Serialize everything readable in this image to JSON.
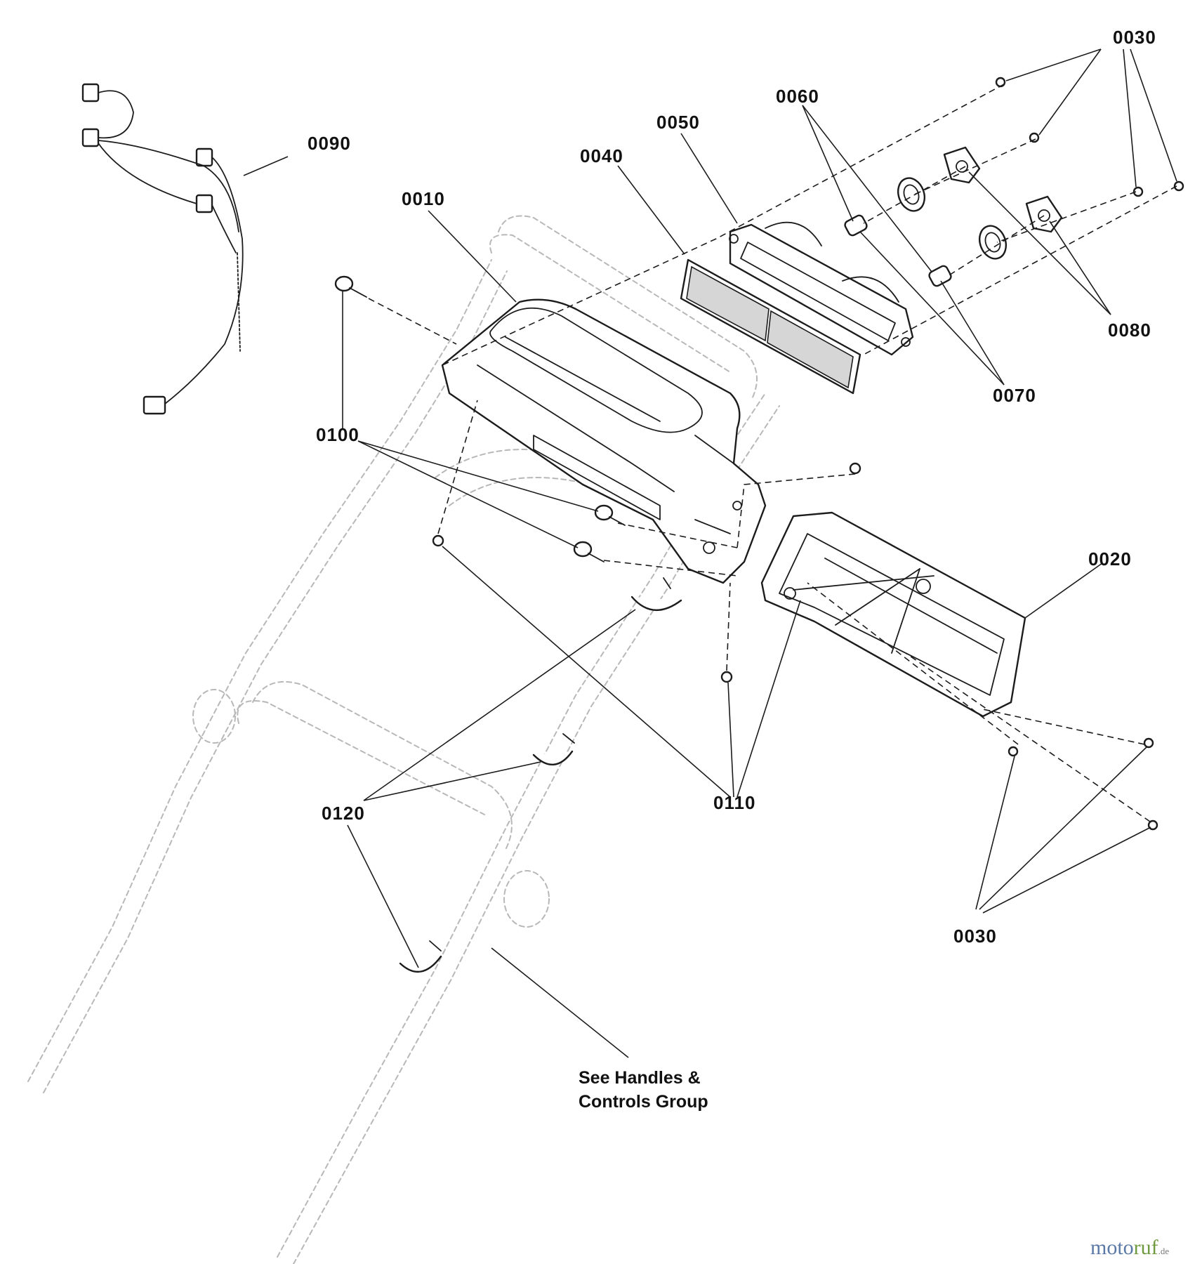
{
  "callouts": {
    "c0010": "0010",
    "c0020": "0020",
    "c0030_top": "0030",
    "c0030_bottom": "0030",
    "c0040": "0040",
    "c0050": "0050",
    "c0060": "0060",
    "c0070": "0070",
    "c0080": "0080",
    "c0090": "0090",
    "c0100": "0100",
    "c0110": "0110",
    "c0120": "0120"
  },
  "note": {
    "line1": "See Handles &",
    "line2": "Controls Group"
  },
  "watermark": {
    "moto": "moto",
    "ruf": "ruf",
    "tld": ".de"
  }
}
